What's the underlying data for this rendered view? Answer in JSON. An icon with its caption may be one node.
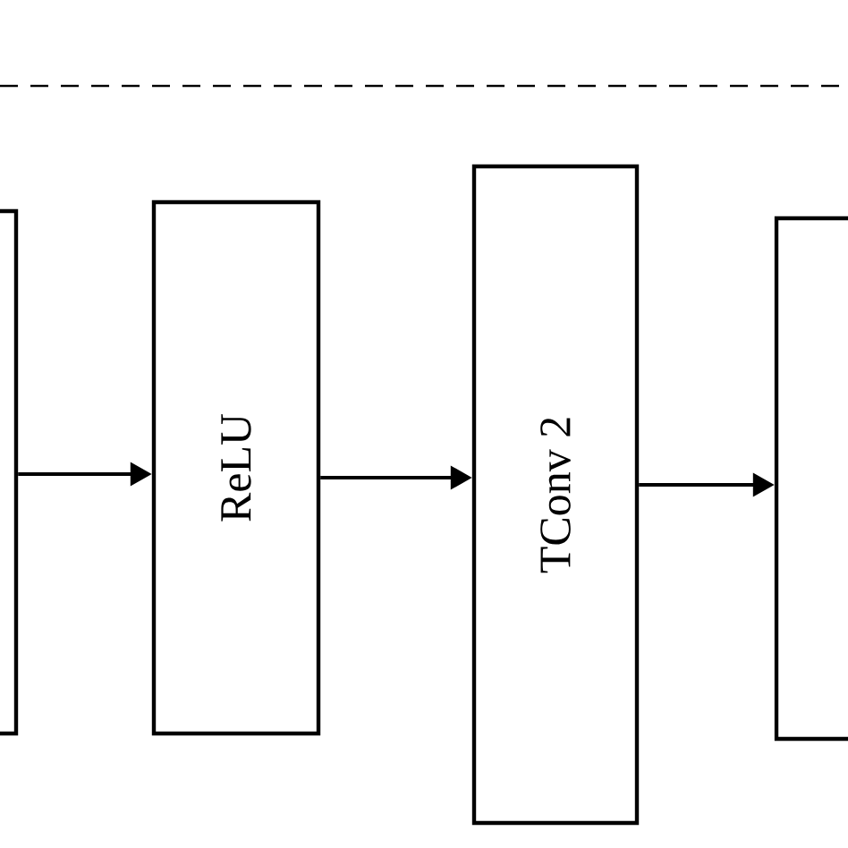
{
  "diagram": {
    "nodes": [
      {
        "text": [],
        "shape": "box"
      },
      {
        "text": [
          "ReLU"
        ]
      },
      {
        "text": [
          "TConv 2"
        ]
      },
      {
        "text": [],
        "shape": "box"
      }
    ],
    "edges": [
      {
        "from": 0,
        "to": 1,
        "arrow": "to"
      },
      {
        "from": 1,
        "to": 2,
        "arrow": "to"
      },
      {
        "from": 2,
        "to": 3,
        "arrow": "to"
      }
    ]
  }
}
